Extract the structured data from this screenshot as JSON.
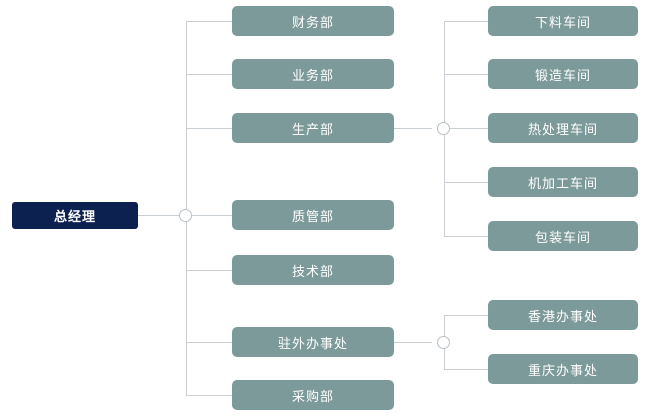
{
  "chart": {
    "title": "",
    "type": "org-chart",
    "colors": {
      "root_bg": "#0d2150",
      "dept_bg": "#7d9a9a",
      "line": "#c9cfd2",
      "text": "#ffffff",
      "background": "#ffffff"
    },
    "root": {
      "label": "总经理"
    },
    "departments": [
      {
        "label": "财务部"
      },
      {
        "label": "业务部"
      },
      {
        "label": "生产部"
      },
      {
        "label": "质管部"
      },
      {
        "label": "技术部"
      },
      {
        "label": "驻外办事处"
      },
      {
        "label": "采购部"
      }
    ],
    "production_workshops": [
      {
        "label": "下料车间"
      },
      {
        "label": "锻造车间"
      },
      {
        "label": "热处理车间"
      },
      {
        "label": "机加工车间"
      },
      {
        "label": "包装车间"
      }
    ],
    "offices": [
      {
        "label": "香港办事处"
      },
      {
        "label": "重庆办事处"
      }
    ]
  }
}
